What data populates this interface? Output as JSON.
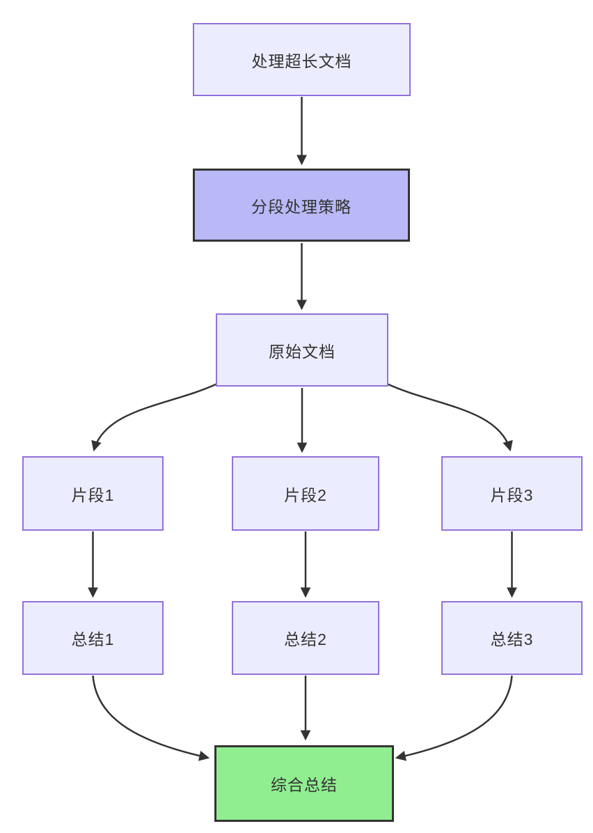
{
  "diagram": {
    "type": "flowchart",
    "direction": "top-down",
    "nodes": {
      "process": {
        "label": "处理超长文档",
        "style": "default"
      },
      "strategy": {
        "label": "分段处理策略",
        "style": "emphasis"
      },
      "source": {
        "label": "原始文档",
        "style": "default"
      },
      "chunk1": {
        "label": "片段1",
        "style": "default"
      },
      "chunk2": {
        "label": "片段2",
        "style": "default"
      },
      "chunk3": {
        "label": "片段3",
        "style": "default"
      },
      "summary1": {
        "label": "总结1",
        "style": "default"
      },
      "summary2": {
        "label": "总结2",
        "style": "default"
      },
      "summary3": {
        "label": "总结3",
        "style": "default"
      },
      "final": {
        "label": "综合总结",
        "style": "success"
      }
    },
    "edges": [
      {
        "from": "process",
        "to": "strategy"
      },
      {
        "from": "strategy",
        "to": "source"
      },
      {
        "from": "source",
        "to": "chunk1"
      },
      {
        "from": "source",
        "to": "chunk2"
      },
      {
        "from": "source",
        "to": "chunk3"
      },
      {
        "from": "chunk1",
        "to": "summary1"
      },
      {
        "from": "chunk2",
        "to": "summary2"
      },
      {
        "from": "chunk3",
        "to": "summary3"
      },
      {
        "from": "summary1",
        "to": "final"
      },
      {
        "from": "summary2",
        "to": "final"
      },
      {
        "from": "summary3",
        "to": "final"
      }
    ],
    "colors": {
      "background": "#FFFFFF",
      "default_fill": "#ECECFF",
      "default_border": "#9370DB",
      "emphasis_fill": "#B9B9F8",
      "emphasis_border": "#333333",
      "success_fill": "#90EE90",
      "success_border": "#333333",
      "edge_color": "#333333",
      "text_color": "#333333"
    }
  }
}
